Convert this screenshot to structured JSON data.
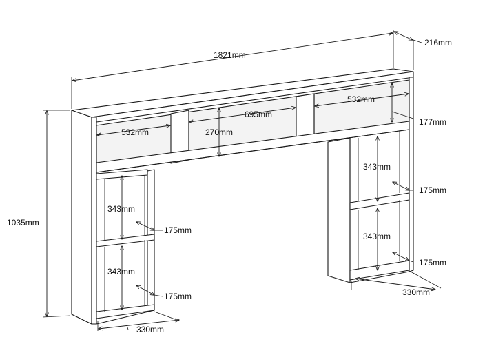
{
  "dimensions": {
    "total_width": "1821mm",
    "depth": "216mm",
    "height": "1035mm",
    "top_left_width": "532mm",
    "top_center_width": "695mm",
    "top_right_width": "532mm",
    "top_center_height": "270mm",
    "top_right_height": "177mm",
    "left_upper_height": "343mm",
    "left_upper_depth": "175mm",
    "left_lower_height": "343mm",
    "left_lower_depth": "175mm",
    "left_base_width": "330mm",
    "right_upper_height": "343mm",
    "right_upper_depth": "175mm",
    "right_lower_height": "343mm",
    "right_lower_depth": "175mm",
    "right_base_width": "330mm"
  }
}
